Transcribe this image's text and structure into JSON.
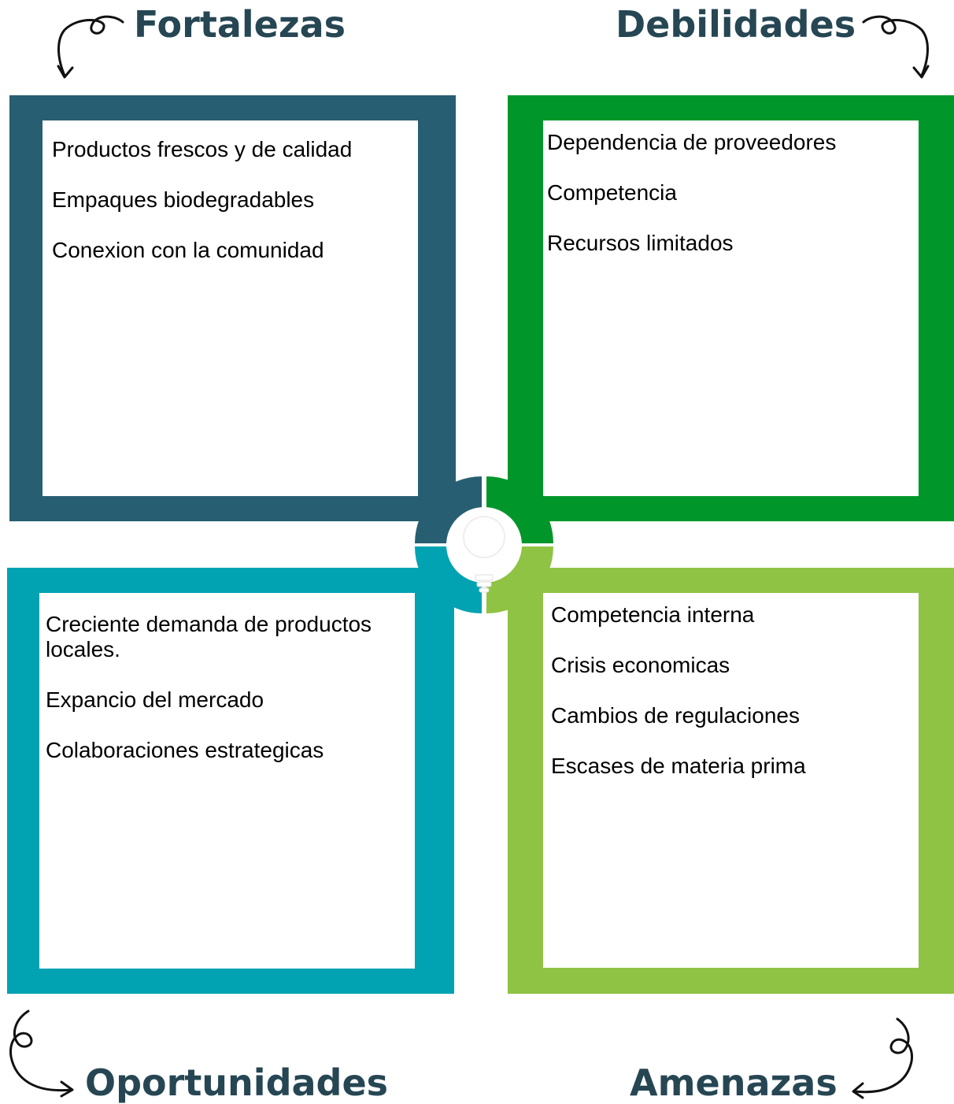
{
  "colors": {
    "heading": "#264653",
    "fortalezas": "#275E72",
    "debilidades": "#01962A",
    "oportunidades": "#01A2B2",
    "amenazas": "#8FC343"
  },
  "icons": {
    "center": "lightbulb-icon",
    "arrows": "curly-arrow-icon"
  },
  "quadrants": {
    "fortalezas": {
      "title": "Fortalezas",
      "items": [
        "Productos frescos y de calidad",
        "Empaques biodegradables",
        "Conexion con la comunidad"
      ]
    },
    "debilidades": {
      "title": "Debilidades",
      "items": [
        "Dependencia de proveedores",
        "Competencia",
        "Recursos limitados"
      ]
    },
    "oportunidades": {
      "title": "Oportunidades",
      "items": [
        "Creciente demanda de productos locales.",
        "Expancio del mercado",
        "Colaboraciones estrategicas"
      ]
    },
    "amenazas": {
      "title": "Amenazas",
      "items": [
        "Competencia interna",
        "Crisis economicas",
        "Cambios de regulaciones",
        "Escases de materia prima"
      ]
    }
  }
}
